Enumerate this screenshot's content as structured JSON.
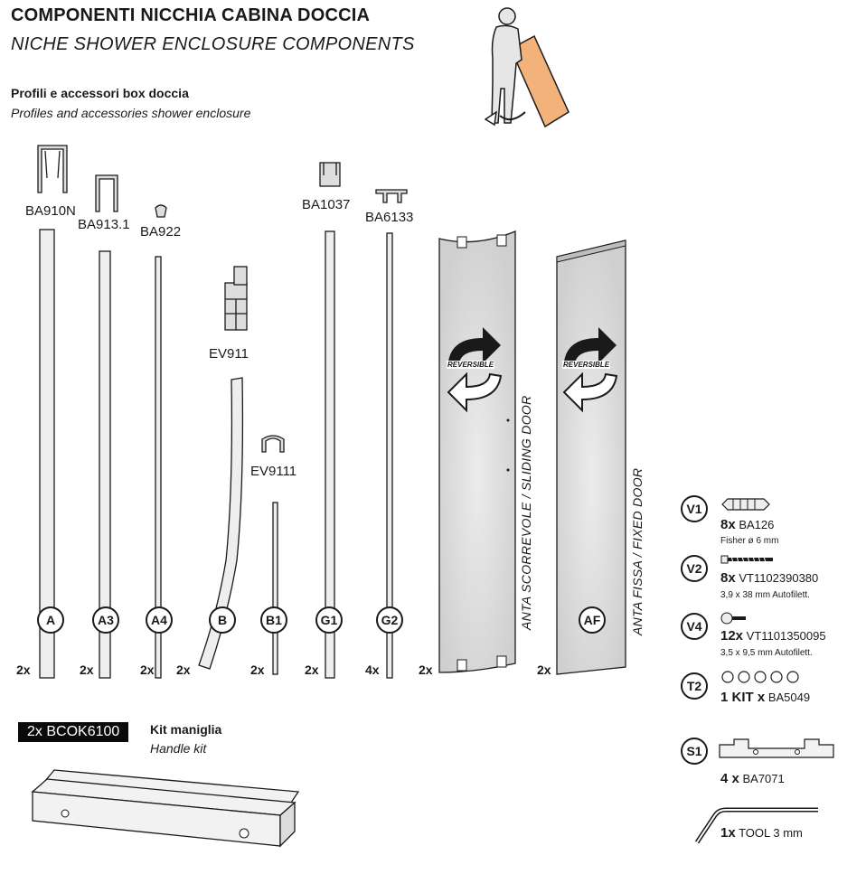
{
  "header": {
    "title": "COMPONENTI NICCHIA CABINA DOCCIA",
    "title_en": "NICHE SHOWER ENCLOSURE COMPONENTS",
    "subtitle": "Profili e accessori box doccia",
    "subtitle_en": "Profiles and accessories shower enclosure"
  },
  "profiles": [
    {
      "letter": "A",
      "code": "BA910N",
      "qty": "2x"
    },
    {
      "letter": "A3",
      "code": "BA913.1",
      "qty": "2x"
    },
    {
      "letter": "A4",
      "code": "BA922",
      "qty": "2x"
    },
    {
      "letter": "B",
      "code": "EV911",
      "qty": "2x"
    },
    {
      "letter": "B1",
      "code": "EV9111",
      "qty": "2x"
    },
    {
      "letter": "G1",
      "code": "BA1037",
      "qty": "2x"
    },
    {
      "letter": "G2",
      "code": "BA6133",
      "qty": "4x"
    }
  ],
  "panels": [
    {
      "letter": "",
      "label": "ANTA SCORREVOLE / SLIDING DOOR",
      "qty": "2x",
      "reversible": "REVERSIBLE"
    },
    {
      "letter": "AF",
      "label": "ANTA FISSA / FIXED DOOR",
      "qty": "2x",
      "reversible": "REVERSIBLE"
    }
  ],
  "hardware": [
    {
      "letter": "V1",
      "qty": "8x",
      "code": "BA126",
      "desc": "Fisher ø 6 mm"
    },
    {
      "letter": "V2",
      "qty": "8x",
      "code": "VT1102390380",
      "desc": "3,9 x 38 mm Autofilett."
    },
    {
      "letter": "V4",
      "qty": "12x",
      "code": "VT1101350095",
      "desc": "3,5 x 9,5 mm Autofilett."
    },
    {
      "letter": "T2",
      "qty": "1 KIT x",
      "code": "BA5049",
      "desc": ""
    },
    {
      "letter": "S1",
      "qty": "4 x",
      "code": "BA7071",
      "desc": ""
    },
    {
      "letter": "",
      "qty": "1x",
      "code": "TOOL 3 mm",
      "desc": ""
    }
  ],
  "kit": {
    "badge": "2x BCOK6100",
    "title": "Kit maniglia",
    "title_en": "Handle kit"
  },
  "colors": {
    "ink": "#1a1a1a",
    "panel_fill": "#d9d9d9",
    "board": "#f2b27a",
    "badge_bg": "#0a0a0a"
  }
}
